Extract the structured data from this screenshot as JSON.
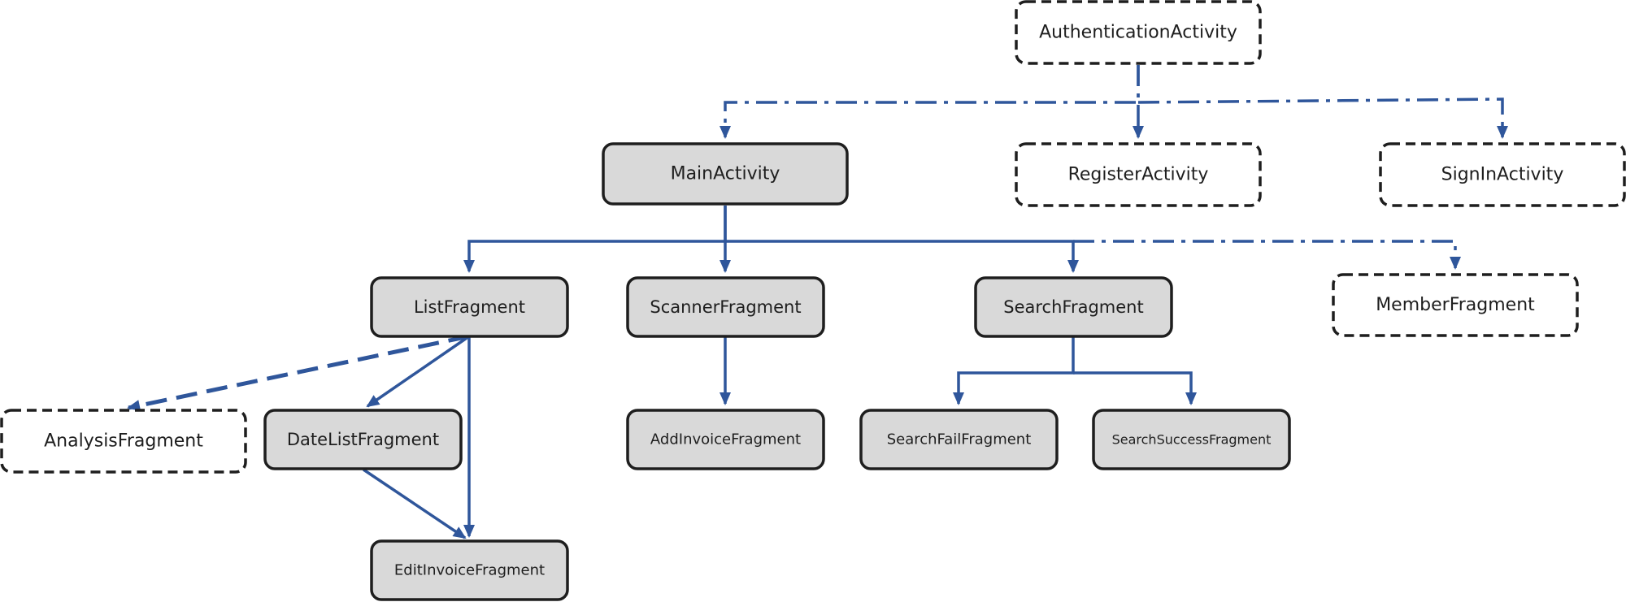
{
  "colors": {
    "edge": "#2f569b",
    "node_fill_solid": "#d9d9d9",
    "node_fill_dashed": "#ffffff",
    "node_border": "#1e1e1e"
  },
  "nodes": [
    {
      "id": "authentication-activity",
      "label": "AuthenticationActivity",
      "style": "dashed"
    },
    {
      "id": "main-activity",
      "label": "MainActivity",
      "style": "solid"
    },
    {
      "id": "register-activity",
      "label": "RegisterActivity",
      "style": "dashed"
    },
    {
      "id": "signin-activity",
      "label": "SignInActivity",
      "style": "dashed"
    },
    {
      "id": "list-fragment",
      "label": "ListFragment",
      "style": "solid"
    },
    {
      "id": "scanner-fragment",
      "label": "ScannerFragment",
      "style": "solid"
    },
    {
      "id": "search-fragment",
      "label": "SearchFragment",
      "style": "solid"
    },
    {
      "id": "member-fragment",
      "label": "MemberFragment",
      "style": "dashed"
    },
    {
      "id": "analysis-fragment",
      "label": "AnalysisFragment",
      "style": "dashed"
    },
    {
      "id": "datelist-fragment",
      "label": "DateListFragment",
      "style": "solid"
    },
    {
      "id": "addinvoice-fragment",
      "label": "AddInvoiceFragment",
      "style": "solid"
    },
    {
      "id": "searchfail-fragment",
      "label": "SearchFailFragment",
      "style": "solid"
    },
    {
      "id": "searchsuccess-fragment",
      "label": "SearchSuccessFragment",
      "style": "solid"
    },
    {
      "id": "editinvoice-fragment",
      "label": "EditInvoiceFragment",
      "style": "solid"
    }
  ],
  "edges": [
    {
      "from": "authentication-activity",
      "to": "main-activity",
      "style": "dash-dot"
    },
    {
      "from": "authentication-activity",
      "to": "register-activity",
      "style": "dash-dot"
    },
    {
      "from": "authentication-activity",
      "to": "signin-activity",
      "style": "dash-dot"
    },
    {
      "from": "main-activity",
      "to": "list-fragment",
      "style": "solid"
    },
    {
      "from": "main-activity",
      "to": "scanner-fragment",
      "style": "solid"
    },
    {
      "from": "main-activity",
      "to": "search-fragment",
      "style": "solid"
    },
    {
      "from": "main-activity",
      "to": "member-fragment",
      "style": "dash-dot"
    },
    {
      "from": "list-fragment",
      "to": "analysis-fragment",
      "style": "dashed"
    },
    {
      "from": "list-fragment",
      "to": "datelist-fragment",
      "style": "solid"
    },
    {
      "from": "list-fragment",
      "to": "editinvoice-fragment",
      "style": "solid"
    },
    {
      "from": "datelist-fragment",
      "to": "editinvoice-fragment",
      "style": "solid"
    },
    {
      "from": "scanner-fragment",
      "to": "addinvoice-fragment",
      "style": "solid"
    },
    {
      "from": "search-fragment",
      "to": "searchfail-fragment",
      "style": "solid"
    },
    {
      "from": "search-fragment",
      "to": "searchsuccess-fragment",
      "style": "solid"
    }
  ]
}
